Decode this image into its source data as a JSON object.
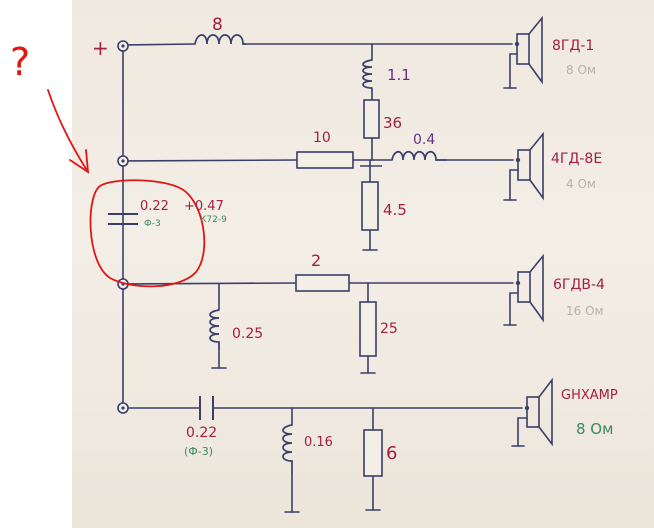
{
  "question_mark": "?",
  "plus_sign": "+",
  "colors": {
    "wire": "#3a3f6a",
    "label_red": "#a3213c",
    "label_purple": "#6a2f8a",
    "label_green": "#3a8a5a",
    "label_gray": "#b7b2a6",
    "annotation_red": "#e01515"
  },
  "components": {
    "l_top": "8",
    "l_top_right": "1.1",
    "r_top_right": "36",
    "r_mid": "10",
    "l_mid": "0.4",
    "r_mid_down": "4.5",
    "cap_left": "0.22",
    "cap_left_add": "+0.47",
    "cap_left_type1": "Ф-3",
    "cap_left_type2": "К72-9",
    "r_third": "2",
    "l_third": "0.25",
    "r_third_down": "25",
    "cap_bottom": "0.22",
    "cap_bottom_type": "(Ф-3)",
    "l_bottom": "0.16",
    "r_bottom": "6"
  },
  "speakers": [
    {
      "model": "8ГД-1",
      "impedance": "8 Ом"
    },
    {
      "model": "4ГД-8Е",
      "impedance": "4 Ом"
    },
    {
      "model": "6ГДВ-4",
      "impedance": "16 Ом"
    },
    {
      "model": "GHXAMP",
      "impedance": "8 Ом"
    }
  ]
}
